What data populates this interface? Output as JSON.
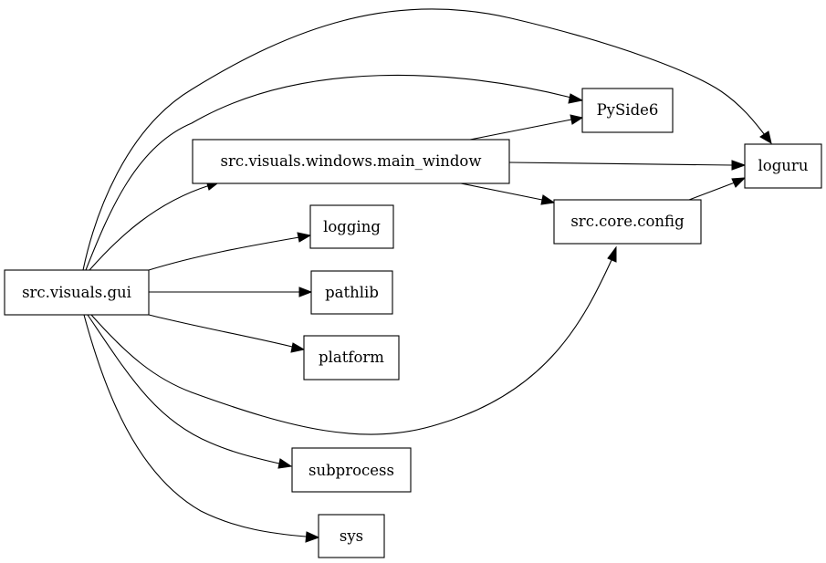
{
  "diagram": {
    "type": "dependency-graph",
    "nodes": [
      {
        "id": "gui",
        "label": "src.visuals.gui"
      },
      {
        "id": "main_window",
        "label": "src.visuals.windows.main_window"
      },
      {
        "id": "pyside6",
        "label": "PySide6"
      },
      {
        "id": "loguru",
        "label": "loguru"
      },
      {
        "id": "core_config",
        "label": "src.core.config"
      },
      {
        "id": "logging",
        "label": "logging"
      },
      {
        "id": "pathlib",
        "label": "pathlib"
      },
      {
        "id": "platform",
        "label": "platform"
      },
      {
        "id": "subprocess",
        "label": "subprocess"
      },
      {
        "id": "sys",
        "label": "sys"
      }
    ],
    "edges": [
      {
        "from": "gui",
        "to": "loguru"
      },
      {
        "from": "gui",
        "to": "pyside6"
      },
      {
        "from": "gui",
        "to": "main_window"
      },
      {
        "from": "gui",
        "to": "logging"
      },
      {
        "from": "gui",
        "to": "pathlib"
      },
      {
        "from": "gui",
        "to": "platform"
      },
      {
        "from": "gui",
        "to": "core_config"
      },
      {
        "from": "gui",
        "to": "subprocess"
      },
      {
        "from": "gui",
        "to": "sys"
      },
      {
        "from": "main_window",
        "to": "pyside6"
      },
      {
        "from": "main_window",
        "to": "loguru"
      },
      {
        "from": "main_window",
        "to": "core_config"
      },
      {
        "from": "core_config",
        "to": "loguru"
      }
    ]
  }
}
